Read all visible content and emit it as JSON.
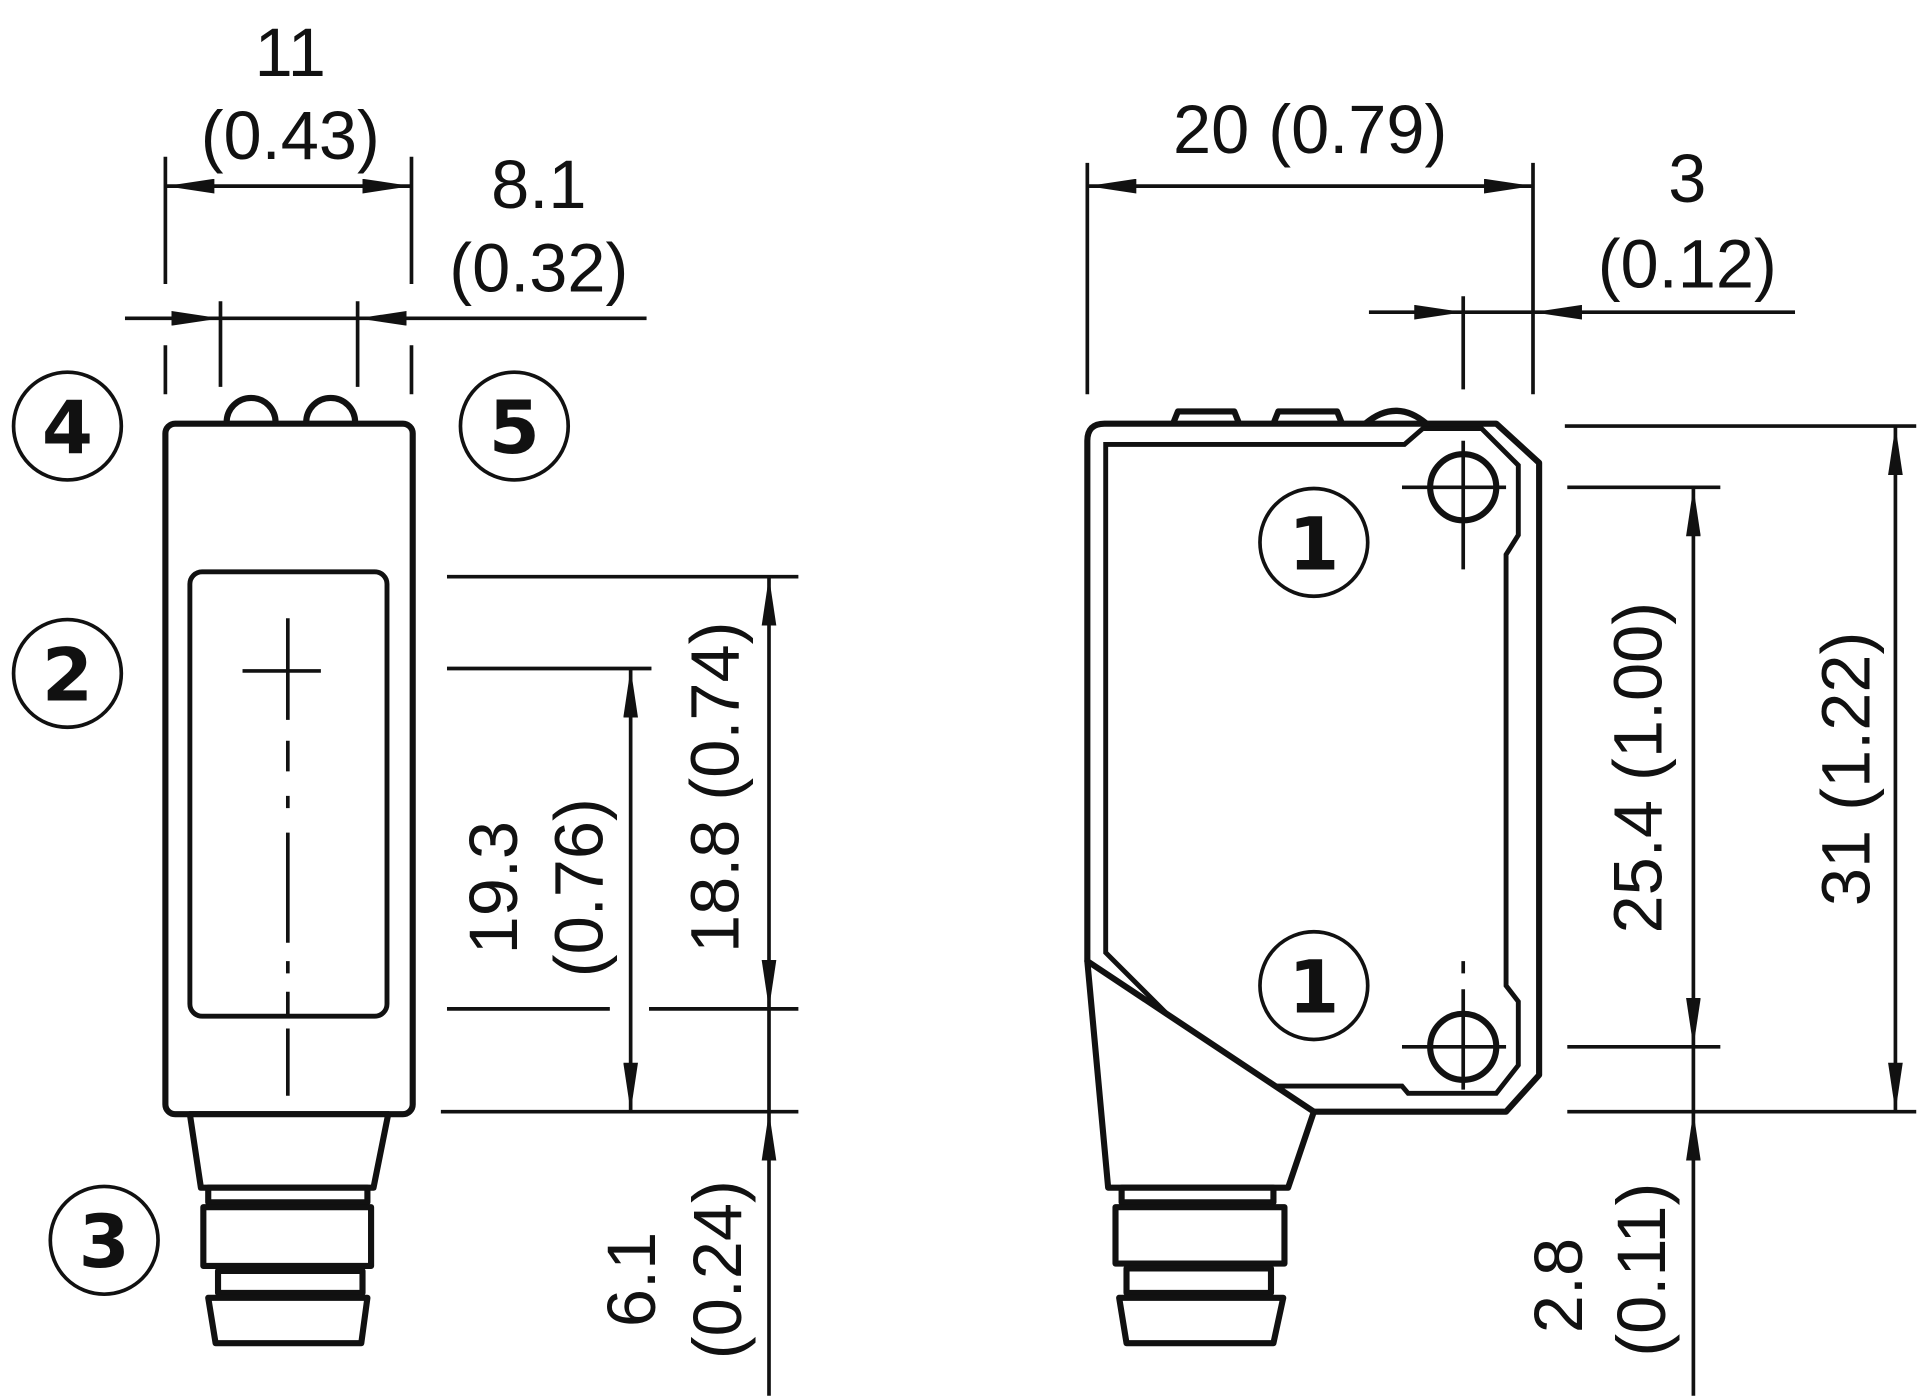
{
  "callouts": {
    "c1": "1",
    "c2": "2",
    "c3": "3",
    "c4": "4",
    "c5": "5"
  },
  "dimensions": {
    "width_11": "11",
    "width_11_in": "(0.43)",
    "width_8_1": "8.1",
    "width_8_1_in": "(0.32)",
    "width_20": "20 (0.79)",
    "width_3": "3",
    "width_3_in": "(0.12)",
    "h_19_3": "19.3",
    "h_19_3_in": "(0.76)",
    "h_18_8": "18.8 (0.74)",
    "h_6_1": "6.1",
    "h_6_1_in": "(0.24)",
    "h_25_4": "25.4 (1.00)",
    "h_31": "31 (1.22)",
    "h_2_8": "2.8",
    "h_2_8_in": "(0.11)"
  }
}
